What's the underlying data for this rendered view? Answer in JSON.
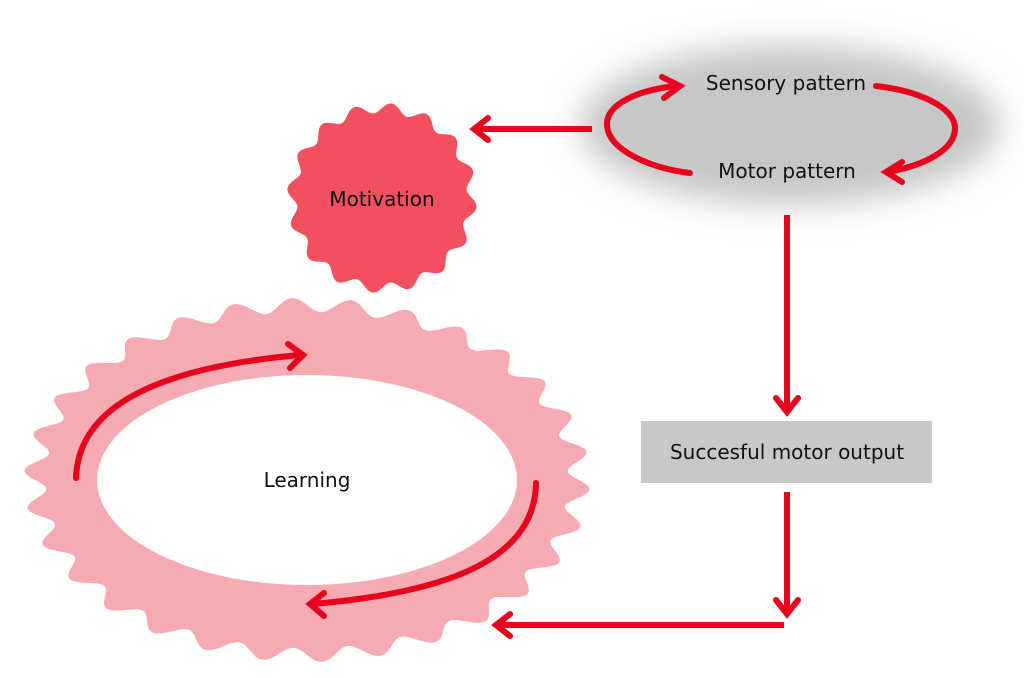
{
  "nodes": {
    "sensory_pattern": "Sensory pattern",
    "motor_pattern": "Motor pattern",
    "motivation": "Motivation",
    "learning": "Learning",
    "successful_motor_output": "Succesful motor output"
  },
  "colors": {
    "arrow": "#e8001c",
    "motivation_fill": "#f2505f",
    "learning_ring": "#f6aab1",
    "output_box": "#c8c8c8",
    "pattern_cloud": "#c6c6c6"
  }
}
